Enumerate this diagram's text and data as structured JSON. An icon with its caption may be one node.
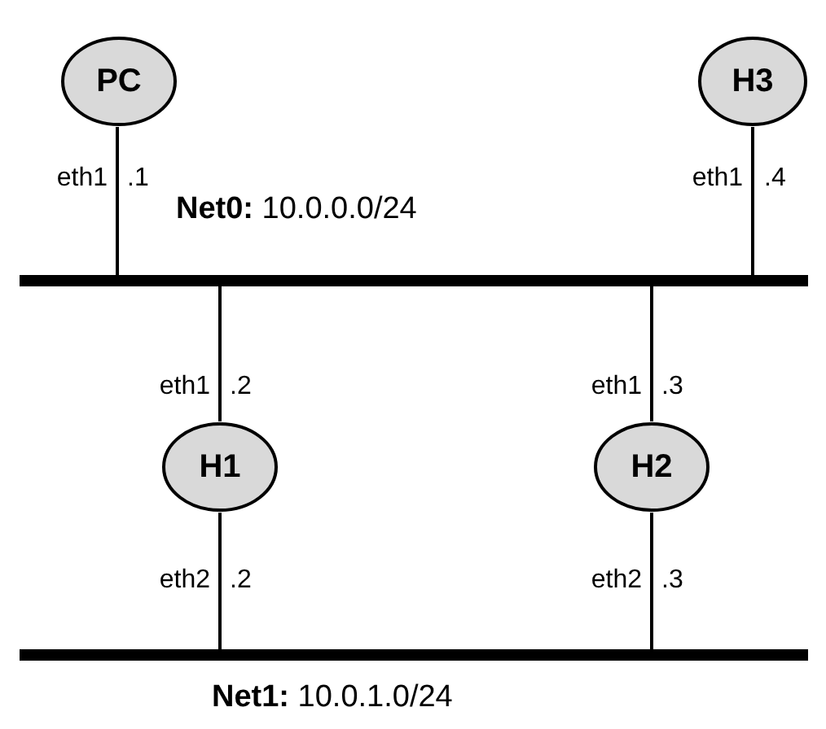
{
  "diagram": {
    "nodes": [
      {
        "text": [
          "PC"
        ]
      },
      {
        "text": [
          "H3"
        ]
      },
      {
        "text": [],
        "shape": "bar",
        "beside": [
          "**Net0:** 10.0.0.0/24"
        ]
      },
      {
        "text": [
          "H1"
        ]
      },
      {
        "text": [
          "H2"
        ]
      },
      {
        "text": [],
        "shape": "bar",
        "beside": [
          "**Net1:** 10.0.1.0/24"
        ]
      }
    ],
    "edges": [
      {
        "from": 0,
        "to": 2,
        "arrow": "none",
        "label": "eth1"
      },
      {
        "from": 1,
        "to": 2,
        "arrow": "none",
        "label": "eth1"
      },
      {
        "from": 2,
        "to": 3,
        "arrow": "none",
        "label": "eth1"
      },
      {
        "from": 2,
        "to": 4,
        "arrow": "none",
        "label": "eth1"
      },
      {
        "from": 3,
        "to": 5,
        "arrow": "none",
        "label": "eth2"
      },
      {
        "from": 4,
        "to": 5,
        "arrow": "none",
        "label": "eth2"
      }
    ],
    "labels": [
      ".1",
      ".4",
      ".2",
      ".3",
      ".2",
      ".3"
    ]
  }
}
